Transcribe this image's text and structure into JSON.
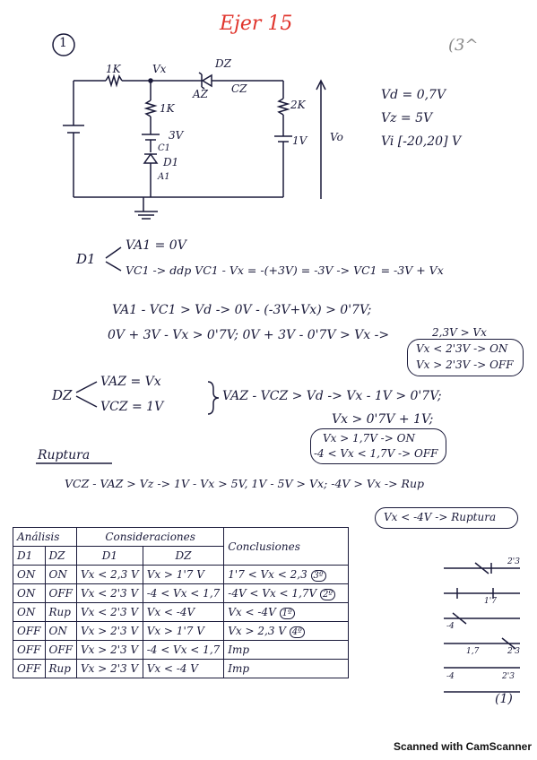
{
  "header": {
    "title": "Ejer 15",
    "problem_number": "1",
    "corner_mark": "(3^"
  },
  "circuit": {
    "r1": "1K",
    "node_vx": "Vx",
    "dz": "DZ",
    "az": "AZ",
    "cz": "CZ",
    "r2": "1K",
    "v3": "3V",
    "c1": "C1",
    "d1": "D1",
    "a1": "A1",
    "r3": "2K",
    "v1": "1V",
    "vo": "Vo"
  },
  "given": {
    "vd": "Vd = 0,7V",
    "vz": "Vz = 5V",
    "vi": "Vi [-20,20] V"
  },
  "analysis": {
    "d1_label": "D1",
    "d1_a": "VA1 = 0V",
    "d1_c": "VC1 -> ddp  VC1 - Vx = -(+3V) = -3V -> VC1 = -3V + Vx",
    "line3": "VA1 - VC1 > Vd -> 0V - (-3V+Vx) > 0'7V;",
    "line4": "0V + 3V - Vx > 0'7V;   0V + 3V - 0'7V > Vx ->",
    "line4_result": "2,3V > Vx",
    "box1_a": "Vx < 2'3V -> ON",
    "box1_b": "Vx > 2'3V -> OFF",
    "dz_label": "DZ",
    "dz_a": "VAZ = Vx",
    "dz_c": "VCZ = 1V",
    "dz_cond": "VAZ - VCZ > Vd -> Vx - 1V > 0'7V;",
    "dz_cond2": "Vx > 0'7V + 1V;",
    "box2_a": "Vx > 1,7V -> ON",
    "box2_b": "-4 < Vx < 1,7V -> OFF",
    "ruptura_label": "Ruptura",
    "ruptura_line": "VCZ - VAZ > Vz -> 1V - Vx > 5V,  1V - 5V > Vx;  -4V > Vx -> Rup",
    "box3": "Vx < -4V -> Ruptura"
  },
  "table": {
    "header_analisis": "Análisis",
    "header_consideraciones": "Consideraciones",
    "header_conclusiones": "Conclusiones",
    "col_d1": "D1",
    "col_dz": "DZ",
    "sub_d1": "D1",
    "sub_dz": "DZ",
    "rows": [
      {
        "d1": "ON",
        "dz": "ON",
        "c1": "Vx < 2,3 V",
        "c2": "Vx > 1'7 V",
        "concl": "1'7 < Vx < 2,3",
        "tag": "3º"
      },
      {
        "d1": "ON",
        "dz": "OFF",
        "c1": "Vx < 2'3 V",
        "c2": "-4 < Vx < 1,7",
        "concl": "-4V < Vx < 1,7V",
        "tag": "2º"
      },
      {
        "d1": "ON",
        "dz": "Rup",
        "c1": "Vx < 2'3 V",
        "c2": "Vx < -4V",
        "concl": "Vx < -4V",
        "tag": "1º"
      },
      {
        "d1": "OFF",
        "dz": "ON",
        "c1": "Vx > 2'3 V",
        "c2": "Vx > 1'7 V",
        "concl": "Vx > 2,3 V",
        "tag": "4º"
      },
      {
        "d1": "OFF",
        "dz": "OFF",
        "c1": "Vx > 2'3 V",
        "c2": "-4 < Vx < 1,7",
        "concl": "Imp",
        "tag": ""
      },
      {
        "d1": "OFF",
        "dz": "Rup",
        "c1": "Vx > 2'3 V",
        "c2": "Vx < -4 V",
        "concl": "Imp",
        "tag": ""
      }
    ]
  },
  "sketch_labels": {
    "s1": "2'3",
    "s2": "1'7",
    "s3": "-4",
    "s4": "1,7",
    "s5": "2'3",
    "s6": "-4",
    "s7": "2'3"
  },
  "page_mark": "(1)",
  "footer": "Scanned with CamScanner"
}
